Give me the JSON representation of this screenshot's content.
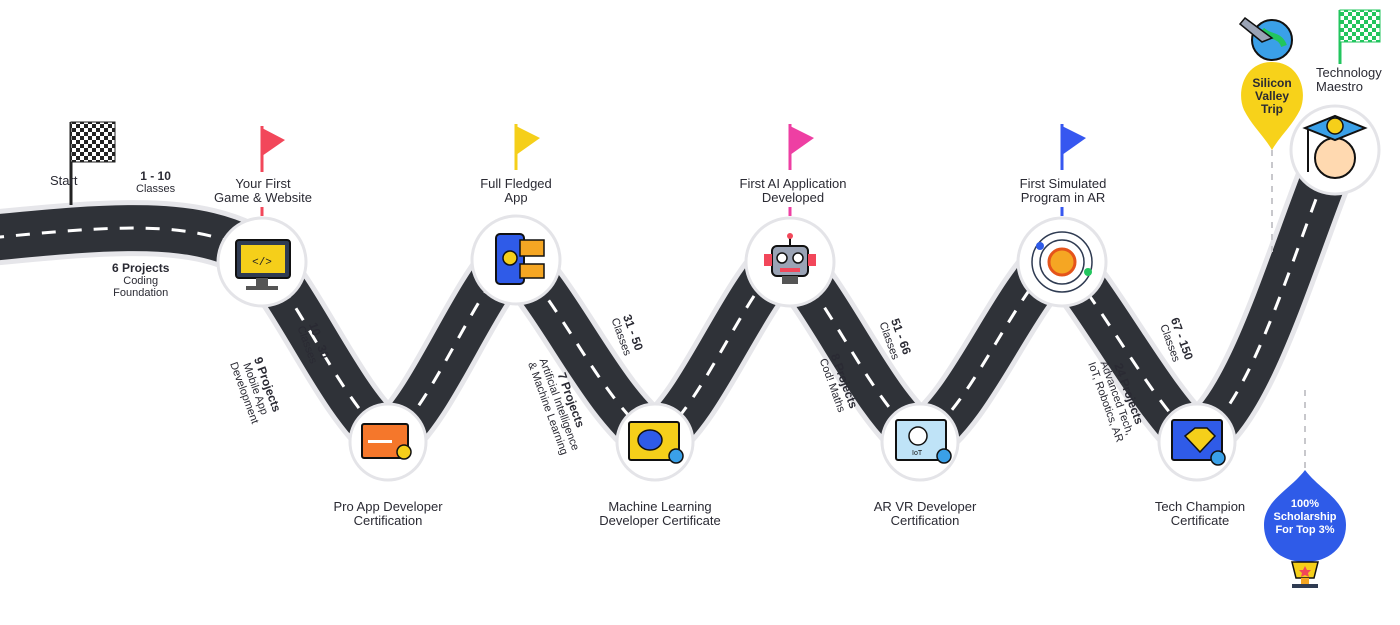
{
  "colors": {
    "road": "#2f3238",
    "road_edge": "#e6e6ea",
    "flag_red": "#f2475a",
    "flag_yellow": "#f5cf1a",
    "flag_pink": "#ee3fa3",
    "flag_blue": "#3657f0",
    "flag_green": "#22c55e",
    "badge_yellow": "#f7d21a",
    "badge_blue": "#2f5be8"
  },
  "start": {
    "label": "Start",
    "icon": "checkered-flag-icon"
  },
  "segments": [
    {
      "range": "1 - 10",
      "unit": "Classes",
      "projects": "6 Projects",
      "desc1": "Coding",
      "desc2": "Foundation"
    },
    {
      "range": "10 - 30",
      "unit": "Classes",
      "projects": "9 Projects",
      "desc1": "Mobile App",
      "desc2": "Development"
    },
    {
      "range": "31 - 50",
      "unit": "Classes",
      "projects": "7 Projects",
      "desc1": "Artificial Intelligence",
      "desc2": "& Machine Learning"
    },
    {
      "range": "51 - 66",
      "unit": "Classes",
      "projects": "8 Projects",
      "desc1": "Cod! Maths",
      "desc2": ""
    },
    {
      "range": "67 - 150",
      "unit": "Classes",
      "projects": "24 Projects",
      "desc1": "Advanced Tech,",
      "desc2": "IoT, Robotics, AR"
    }
  ],
  "milestones_top": [
    {
      "line1": "Your First",
      "line2": "Game & Website",
      "icon": "computer-code-icon",
      "flag": "red-flag-icon"
    },
    {
      "line1": "Full Fledged",
      "line2": "App",
      "icon": "mobile-app-icon",
      "flag": "yellow-flag-icon"
    },
    {
      "line1": "First AI Application",
      "line2": "Developed",
      "icon": "robot-icon",
      "flag": "pink-flag-icon"
    },
    {
      "line1": "First Simulated",
      "line2": "Program in AR",
      "icon": "solar-system-icon",
      "flag": "blue-flag-icon"
    }
  ],
  "milestones_bottom": [
    {
      "line1": "Pro App Developer",
      "line2": "Certification",
      "icon": "certificate-icon"
    },
    {
      "line1": "Machine Learning",
      "line2": "Developer Certificate",
      "icon": "brain-certificate-icon"
    },
    {
      "line1": "AR VR Developer",
      "line2": "Certification",
      "icon": "iot-certificate-icon"
    },
    {
      "line1": "Tech Champion",
      "line2": "Certificate",
      "icon": "diamond-certificate-icon"
    }
  ],
  "finish": {
    "line1": "Technology",
    "line2": "Maestro",
    "icon": "graduate-icon",
    "flag": "green-checkered-flag-icon"
  },
  "trip_badge": {
    "line1": "Silicon",
    "line2": "Valley",
    "line3": "Trip",
    "icon": "airplane-globe-icon"
  },
  "scholarship_badge": {
    "line1": "100%",
    "line2": "Scholarship",
    "line3": "For Top 3%",
    "icon": "trophy-icon"
  }
}
